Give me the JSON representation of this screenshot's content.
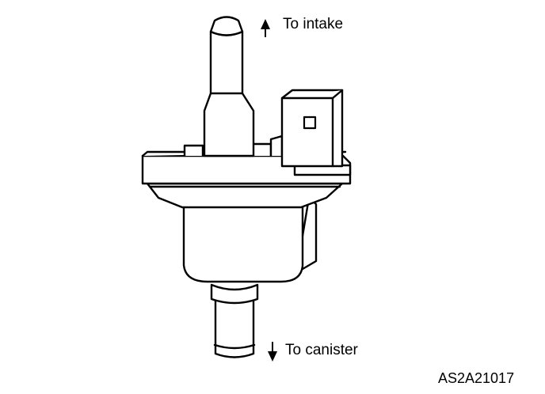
{
  "labels": {
    "to_intake": "To intake",
    "to_canister": "To canister",
    "figure_code": "AS2A21017"
  },
  "colors": {
    "line": "#000000",
    "background": "#ffffff"
  }
}
